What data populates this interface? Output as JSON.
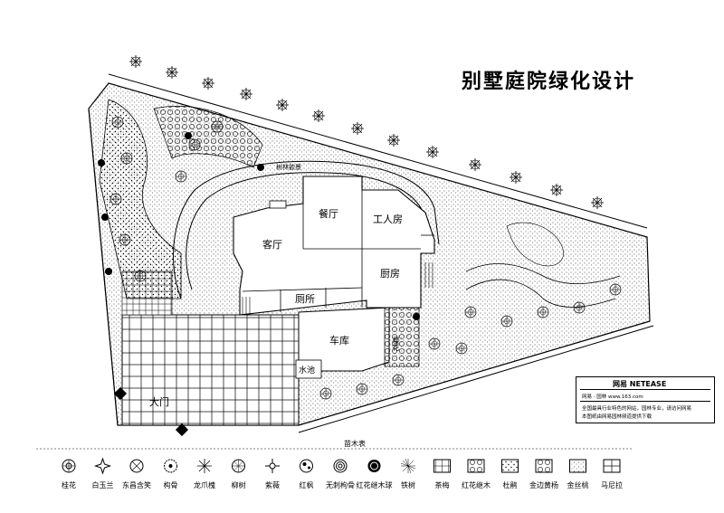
{
  "title": "别墅庭院绿化设计",
  "rooms": {
    "living": "客厅",
    "dining": "餐厅",
    "worker": "工人房",
    "kitchen": "厨房",
    "toilet": "厕所",
    "garage": "车库",
    "pool": "水池",
    "gate": "大门",
    "arbor": "树林欲景",
    "tree_label": "樱花"
  },
  "legend": {
    "title": "苗木表",
    "items": [
      {
        "label": "桂花",
        "icon": "osmanthus-icon"
      },
      {
        "label": "白玉兰",
        "icon": "magnolia-icon"
      },
      {
        "label": "东昌含笑",
        "icon": "michelia-icon"
      },
      {
        "label": "构骨",
        "icon": "holly-icon"
      },
      {
        "label": "龙爪槐",
        "icon": "pagoda-tree-icon"
      },
      {
        "label": "柳树",
        "icon": "willow-icon"
      },
      {
        "label": "紫薇",
        "icon": "crape-myrtle-icon"
      },
      {
        "label": "红枫",
        "icon": "red-maple-icon"
      },
      {
        "label": "无刺枸骨",
        "icon": "spineless-holly-icon"
      },
      {
        "label": "红花继木球",
        "icon": "loropetalum-ball-icon"
      },
      {
        "label": "铁树",
        "icon": "cycad-icon"
      },
      {
        "label": "茶梅",
        "icon": "sasanqua-icon"
      },
      {
        "label": "红花继木",
        "icon": "loropetalum-hedge-icon"
      },
      {
        "label": "杜鹃",
        "icon": "azalea-icon"
      },
      {
        "label": "金边黄杨",
        "icon": "boxwood-icon"
      },
      {
        "label": "金丝桃",
        "icon": "hypericum-icon"
      },
      {
        "label": "马尼拉",
        "icon": "manila-grass-icon"
      }
    ]
  },
  "title_block": {
    "brand": "网易 NETEASE",
    "line1": "网易 · 园林      www.163.com",
    "line2": "全国最具行业特色的网站，园林专业，请访问网易",
    "line3": "本图纸由网易园林频道提供下载"
  }
}
